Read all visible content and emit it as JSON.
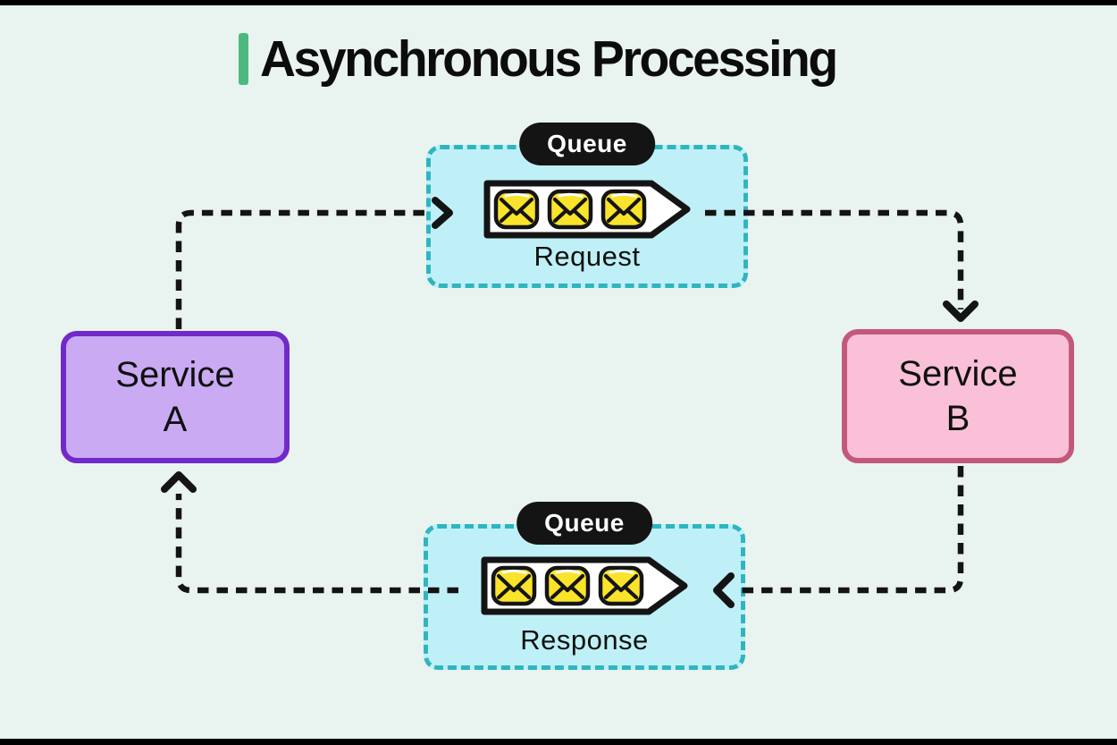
{
  "title": {
    "text": "Asynchronous Processing"
  },
  "services": {
    "a": {
      "name": "Service",
      "letter": "A",
      "fill": "#c9aaf3",
      "border": "#7229c9"
    },
    "b": {
      "name": "Service",
      "letter": "B",
      "fill": "#f9c0d8",
      "border": "#c2587a"
    }
  },
  "queues": {
    "request": {
      "badge": "Queue",
      "label": "Request",
      "message_count": 3
    },
    "response": {
      "badge": "Queue",
      "label": "Response",
      "message_count": 3
    }
  },
  "flow": [
    "service-a -> request-queue",
    "request-queue -> service-b",
    "service-b -> response-queue",
    "response-queue -> service-a"
  ],
  "colors": {
    "background": "#e9f3ef",
    "frame_bars": "#000000",
    "title_accent": "#4cba7f",
    "connector": "#141414",
    "queue_fill": "#bff0f7",
    "queue_border": "#2fb5bf",
    "badge_bg": "#141414",
    "badge_text": "#ffffff",
    "tray_fill": "#ffffff",
    "envelope_fill": "#f9e32b",
    "text": "#111111"
  }
}
